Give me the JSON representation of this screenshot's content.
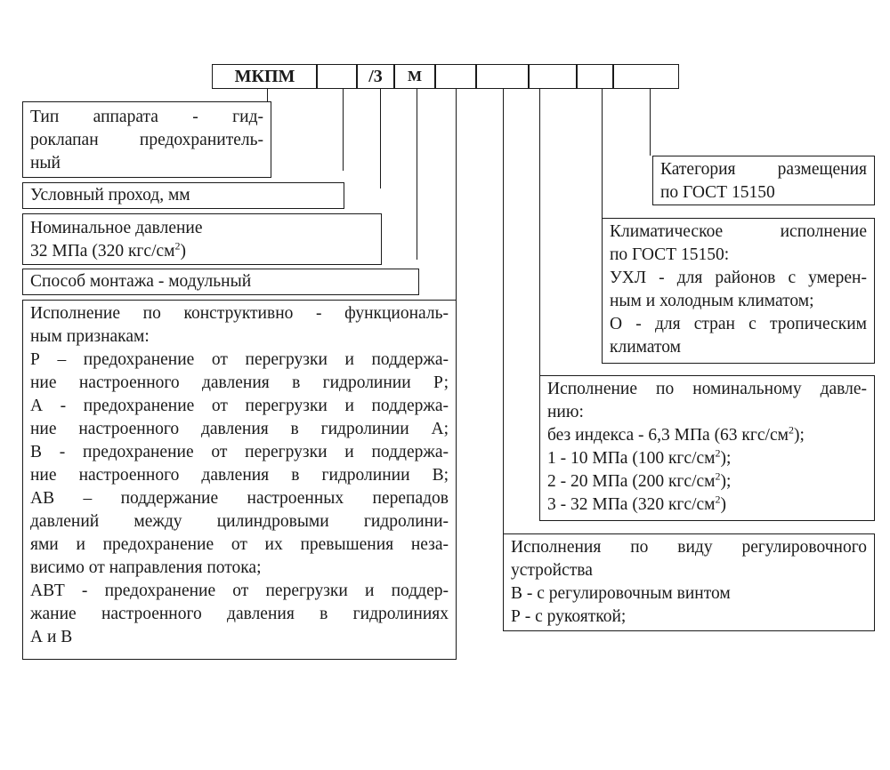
{
  "designation": {
    "cells": [
      "МКПМ",
      "",
      "/3",
      "М",
      "",
      "",
      "",
      "",
      ""
    ]
  },
  "boxes": {
    "apparatus_type": {
      "lines": [
        "Тип аппарата - гид-",
        "роклапан предохранитель-",
        "ный"
      ]
    },
    "nominal_bore": {
      "lines": [
        "Условный проход, мм"
      ]
    },
    "nominal_pressure": {
      "line1": "Номинальное давление",
      "line2_main": "32 МПа (320 кгс/см",
      "line2_sup": "2",
      "line2_end": ")"
    },
    "mounting": {
      "lines": [
        "Способ монтажа - модульный"
      ]
    },
    "functional_version": {
      "lines": [
        "Исполнение по конструктивно - функциональ-",
        "ным признакам:",
        "Р – предохранение от перегрузки и поддержа-",
        "ние настроенного давления в гидролинии Р;",
        "А - предохранение от перегрузки и поддержа-",
        "ние настроенного давления в гидролинии А;",
        "В - предохранение от перегрузки и поддержа-",
        "ние настроенного давления в гидролинии В;",
        "АВ – поддержание настроенных перепадов",
        "давлений между цилиндровыми гидролини-",
        "ями и предохранение от их превышения неза-",
        "висимо от направления потока;",
        "АВТ - предохранение от перегрузки и поддер-",
        "жание настроенного давления в гидролиниях",
        "А и В"
      ]
    },
    "placement_category": {
      "lines": [
        "Категория размещения",
        "по ГОСТ 15150"
      ]
    },
    "climatic_version": {
      "lines": [
        "Климатическое исполнение",
        "по ГОСТ 15150:",
        "УХЛ - для районов с умерен-",
        "ным и холодным климатом;",
        "О - для стран с тропическим",
        "климатом"
      ]
    },
    "pressure_version": {
      "line1": "Исполнение по номинальному давле-",
      "line2": "нию:",
      "line3_main": "без индекса - 6,3 МПа (63 кгс/см",
      "line3_end": ");",
      "line4_main": "1 - 10 МПа (100 кгс/см",
      "line4_end": ");",
      "line5_main": "2 - 20 МПа (200 кгс/см",
      "line5_end": ");",
      "line6_main": "3 - 32 МПа (320 кгс/см",
      "line6_end": ")",
      "sup": "2"
    },
    "adjustment_version": {
      "lines": [
        "Исполнения по виду регулировочного",
        "устройства",
        "В - с регулировочным винтом",
        "Р - с рукояткой;"
      ]
    }
  }
}
